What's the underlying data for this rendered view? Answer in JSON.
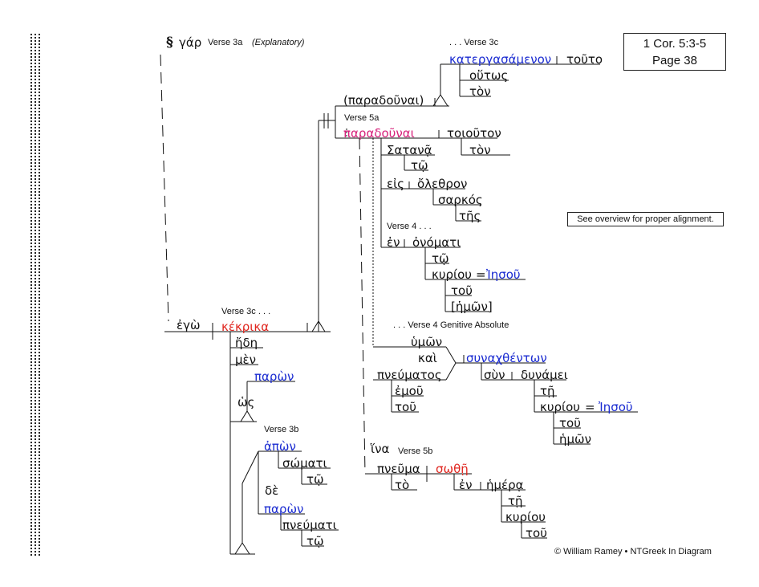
{
  "header": {
    "section_mark": "§",
    "gar": "γάρ",
    "verse_label": "Verse 3a",
    "explanatory": "(Explanatory)"
  },
  "reference": {
    "passage": "1 Cor. 5:3-5",
    "page": "Page 38"
  },
  "note": "See overview for proper alignment.",
  "main": {
    "subject": "ἐγὼ",
    "verse_label": "Verse 3c . . .",
    "verb": "κέκρικα",
    "mods": {
      "ede": "ἤδη",
      "men": "μὲν",
      "paron": "παρὼν",
      "hos": "ὡς"
    }
  },
  "v3b": {
    "label": "Verse 3b",
    "apon": "ἀπὼν",
    "somati": "σώματι",
    "to": "τῷ",
    "de": "δὲ",
    "paron": "παρὼν",
    "pneumati": "πνεύματι",
    "to2": "τῷ"
  },
  "upper": {
    "paradounai_paren": "(παραδοῦναι)",
    "verse_label": ". . . Verse 3c",
    "katergasamenon": "κατεργασάμενον",
    "touto": "τοῦτο",
    "houtos": "οὕτως",
    "ton": "τὸν"
  },
  "v5a": {
    "label": "Verse 5a",
    "verb": "παραδοῦναι",
    "toiouton": "τοιοῦτον",
    "ton": "τὸν",
    "satana": "Σατανᾷ",
    "to": "τῷ",
    "eis": "εἰς",
    "olethron": "ὄλεθρον",
    "sarkos": "σαρκός",
    "tes": "τῆς",
    "verse4": "Verse 4 . . .",
    "en": "ἐν",
    "onomati": "ὀνόματι",
    "to2": "τῷ",
    "kyriou": "κυρίου",
    "equals": "=",
    "iesou": "Ἰησοῦ",
    "tou": "τοῦ",
    "hemon": "[ἡμῶν]"
  },
  "gen": {
    "label": ". . . Verse 4  Genitive Absolute",
    "humon": "ὑμῶν",
    "kai": "καὶ",
    "pneumatos": "πνεύματος",
    "emou": "ἐμοῦ",
    "tou": "τοῦ",
    "verb": "συναχθέντων",
    "syn": "σὺν",
    "dynamei": "δυνάμει",
    "te": "τῇ",
    "kyriou": "κυρίου",
    "equals": "=",
    "iesou": "Ἰησοῦ",
    "tou2": "τοῦ",
    "hemon": "ἡμῶν"
  },
  "v5b": {
    "hina": "ἵνα",
    "label": "Verse 5b",
    "pneuma": "πνεῦμα",
    "verb": "σωθῇ",
    "to": "τὸ",
    "en": "ἐν",
    "hemera": "ἡμέρᾳ",
    "te": "τῇ",
    "kyriou": "κυρίου",
    "tou": "τοῦ"
  },
  "footer": "© William Ramey • NTGreek In Diagram"
}
